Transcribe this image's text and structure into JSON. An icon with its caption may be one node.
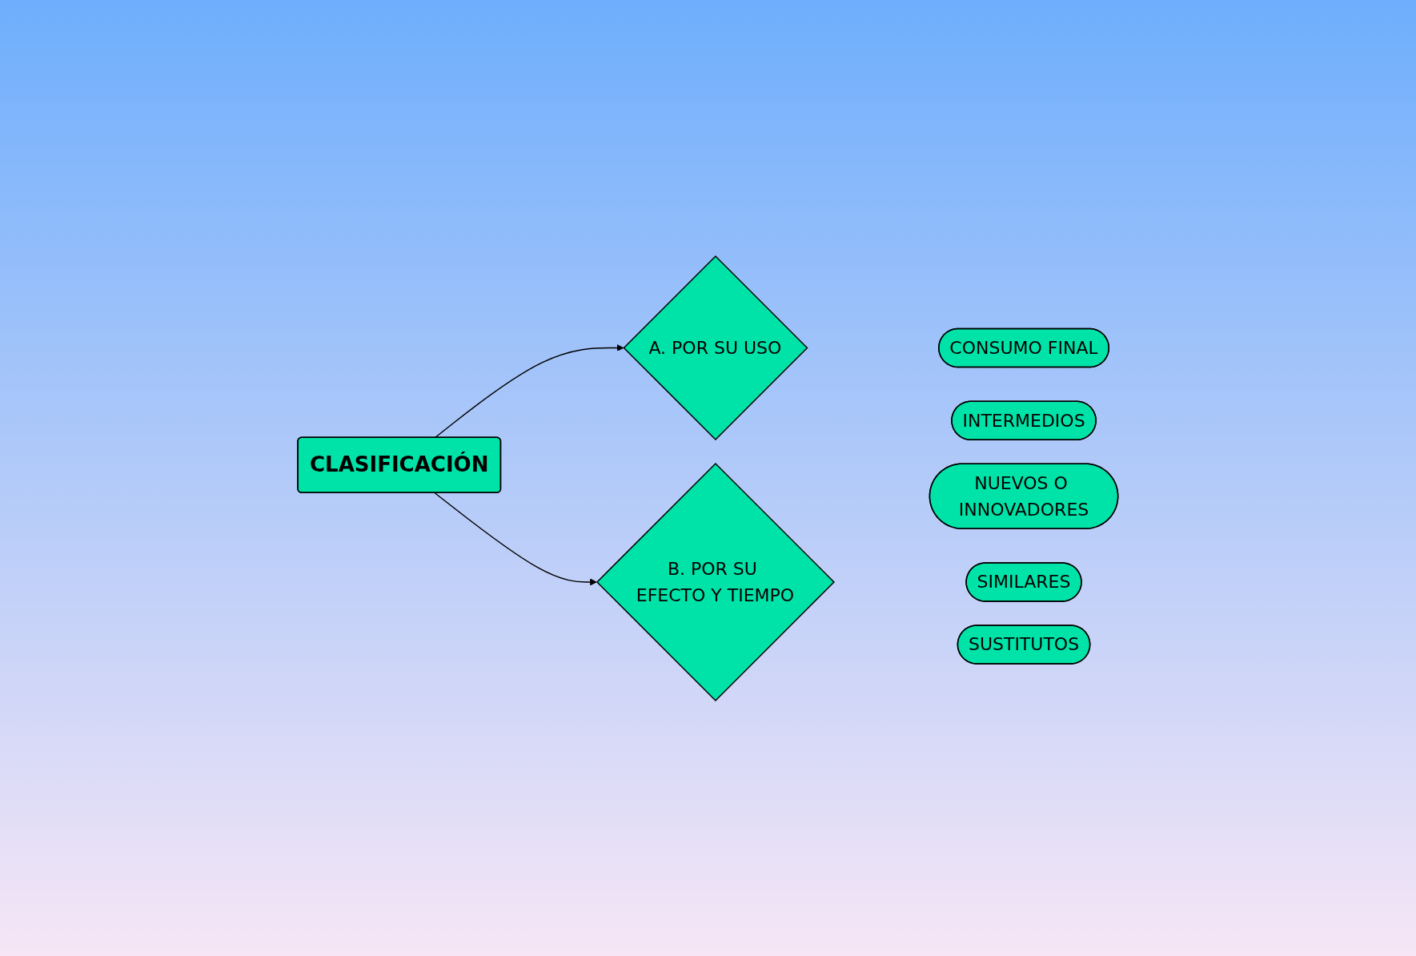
{
  "diagram": {
    "nodes": [
      {
        "text": [
          "CLASIFICACIÓN"
        ]
      },
      {
        "text": [
          "A. POR SU USO"
        ]
      },
      {
        "text": [
          "B. POR SU EFECTO Y TIEMPO"
        ]
      },
      {
        "text": [
          "CONSUMO FINAL"
        ]
      },
      {
        "text": [
          "INTERMEDIOS"
        ]
      },
      {
        "text": [
          "NUEVOS O INNOVADORES"
        ]
      },
      {
        "text": [
          "SIMILARES"
        ]
      },
      {
        "text": [
          "SUSTITUTOS"
        ]
      }
    ],
    "edges": [
      {
        "from": 0,
        "to": 1,
        "arrow": "to"
      },
      {
        "from": 0,
        "to": 2,
        "arrow": "to"
      }
    ]
  }
}
